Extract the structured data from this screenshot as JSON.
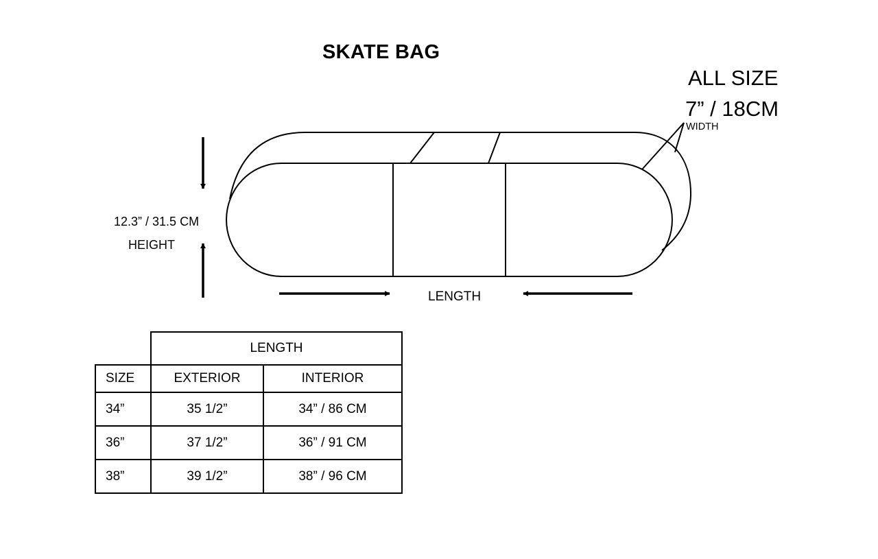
{
  "title": "SKATE BAG",
  "width_note": {
    "label": "ALL SIZE",
    "value": "7” / 18CM",
    "dimension": "WIDTH"
  },
  "height_note": {
    "value": "12.3”  / 31.5 CM",
    "dimension": "HEIGHT"
  },
  "length_note": {
    "dimension": "LENGTH"
  },
  "size_table": {
    "group_header": "LENGTH",
    "columns": [
      "SIZE",
      "EXTERIOR",
      "INTERIOR"
    ],
    "rows": [
      {
        "size": "34”",
        "exterior": "35 1/2”",
        "interior": "34” / 86 CM"
      },
      {
        "size": "36”",
        "exterior": "37 1/2”",
        "interior": "36” / 91 CM"
      },
      {
        "size": "38”",
        "exterior": "39 1/2”",
        "interior": "38” / 96 CM"
      }
    ]
  }
}
